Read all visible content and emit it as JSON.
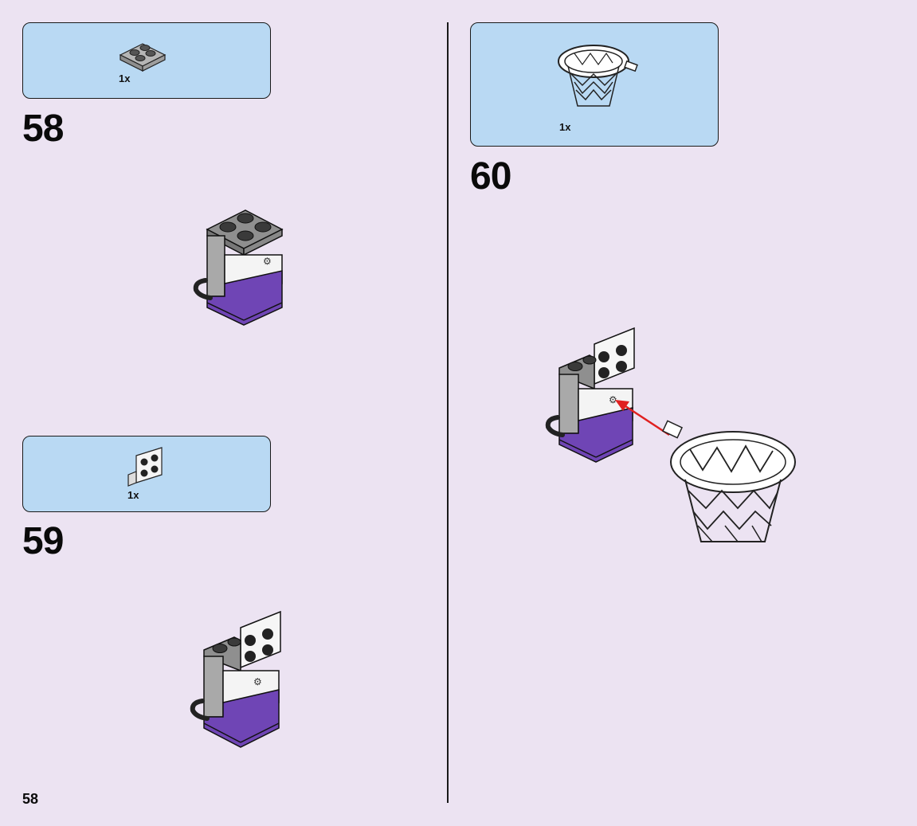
{
  "steps": [
    {
      "number": "58",
      "part_qty": "1x",
      "part": "grey-2x2-plate-icon"
    },
    {
      "number": "59",
      "part_qty": "1x",
      "part": "white-bracket-plate-icon"
    },
    {
      "number": "60",
      "part_qty": "1x",
      "part": "basketball-hoop-icon"
    }
  ],
  "page_number": "58",
  "colors": {
    "background": "#ece3f2",
    "parts_box": "#b9d9f3",
    "purple": "#6f45b5",
    "grey": "#a9a9a9",
    "dark": "#1a1a1a",
    "arrow": "#e02020"
  }
}
